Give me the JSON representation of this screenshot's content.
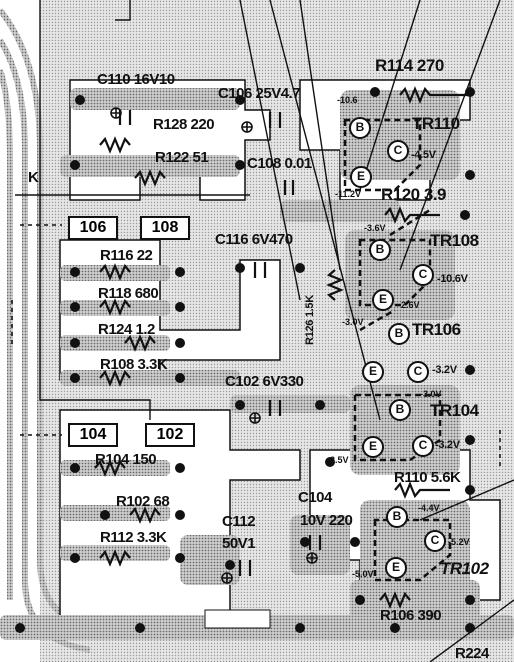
{
  "labels": {
    "c110": "C110 16V10",
    "c106": "C106 25V4.7",
    "r128": "R128 220",
    "r114": "R114 270",
    "tr110": "TR110",
    "r122": "R122 51",
    "c108": "C108 0.01",
    "r120": "R120 3.9",
    "v_106": "-10.6",
    "v_45": "-4.5V",
    "v_112": "-11.2V",
    "v_36": "-3.6V",
    "tr108": "TR108",
    "c116": "C116 6V470",
    "r116": "R116 22",
    "v_106b": "-10.6V",
    "r118": "R118 680",
    "r126": "R126 1.5K",
    "v_26": "-2.6V",
    "v_30": "-3.0V",
    "tr106": "TR106",
    "r124": "R124 1.2",
    "r108": "R108 3.3K",
    "c102": "C102 6V330",
    "v_32a": "-3.2V",
    "v_30b": "-3.0V",
    "tr104": "TR104",
    "r104": "R104 150",
    "v_32b": "-3.2V",
    "v_25": "2.5V",
    "r110": "R110 5.6K",
    "c104": "C104",
    "r102": "R102 68",
    "v_44": "-4.4V",
    "c104v": "10V 220",
    "c112": "C112",
    "c112v": "50V1",
    "r112": "R112 3.3K",
    "v_52": "-5.2V",
    "v_50": "-5.0V",
    "tr102": "TR102",
    "r106": "R106 390",
    "r224": "R224",
    "k": "K"
  },
  "connectors": {
    "b106": "106",
    "b108": "108",
    "b104": "104",
    "b102": "102"
  },
  "pins": {
    "b": "B",
    "c": "C",
    "e": "E"
  }
}
